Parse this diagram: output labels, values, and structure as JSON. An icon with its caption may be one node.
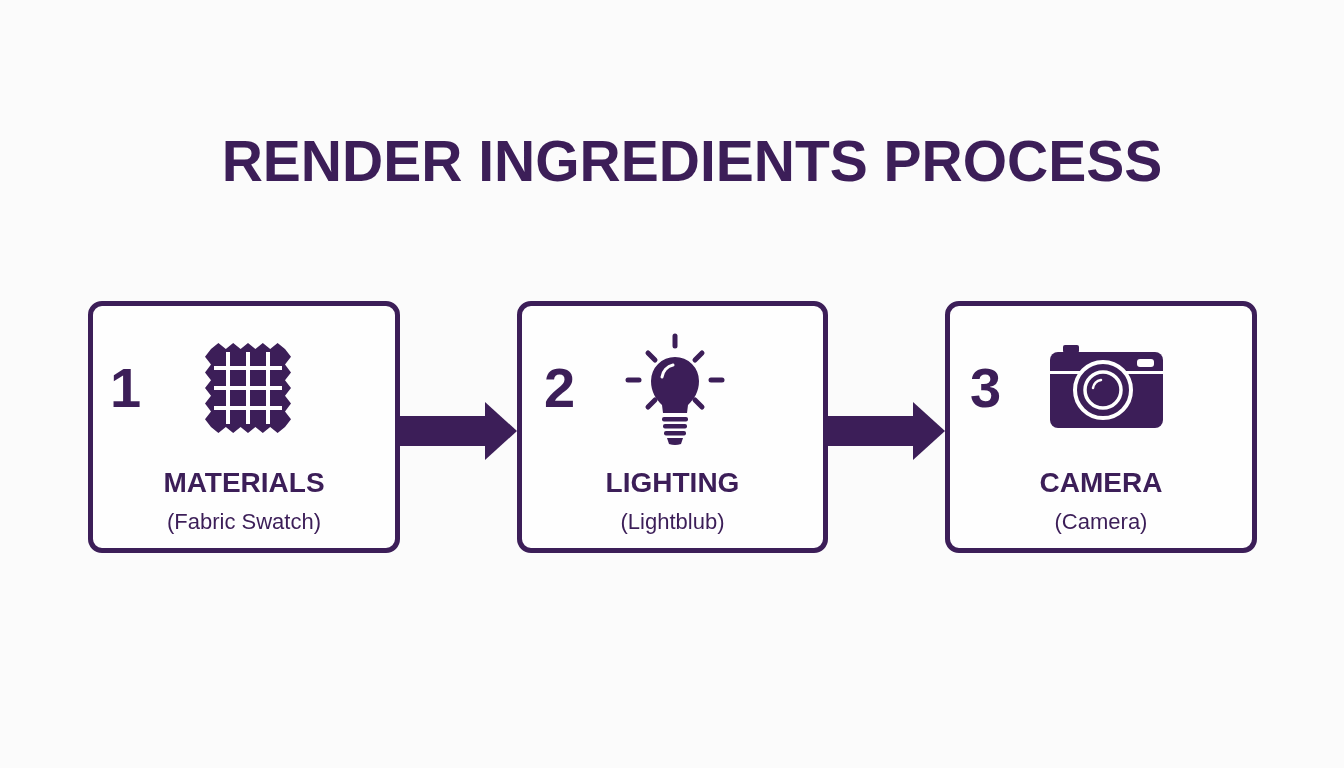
{
  "diagram": {
    "title": "RENDER INGREDIENTS PROCESS",
    "nodes": [
      {
        "text": [
          "1",
          "MATERIALS",
          "(Fabric Swatch)"
        ]
      },
      {
        "text": [
          "2",
          "LIGHTING",
          "(Lightblub)"
        ]
      },
      {
        "text": [
          "3",
          "CAMERA",
          "(Camera)"
        ]
      }
    ],
    "edges": [
      {
        "from": 0,
        "to": 1,
        "arrow": "to"
      },
      {
        "from": 1,
        "to": 2,
        "arrow": "to"
      }
    ]
  }
}
